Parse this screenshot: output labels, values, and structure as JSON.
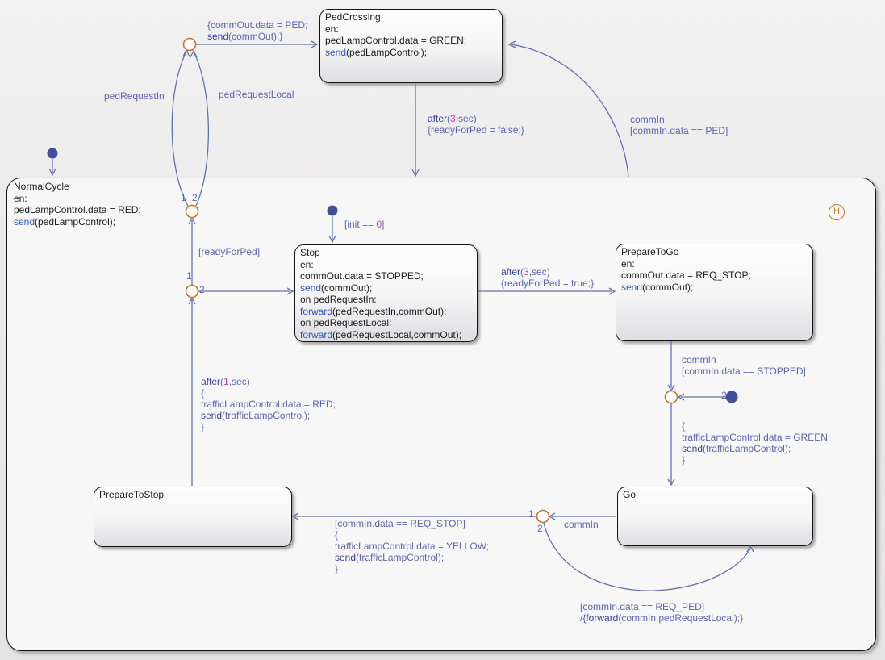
{
  "diagram": {
    "type": "stateflow-chart",
    "colors": {
      "state_text": "#1c1c1c",
      "state_keyword": "#2e5cb8",
      "transition_label": "#5c66ad",
      "transition_keyword": "#333f9e",
      "number_literal": "#cc3ca6",
      "junction_stroke": "#c4762a",
      "default_dot": "#414f9d",
      "history_stroke": "#bf7430",
      "state_border": "#141414",
      "transition_line": "#6570b0"
    }
  },
  "states": {
    "normalCycle": {
      "title": "NormalCycle",
      "en": "en:",
      "action1": "pedLampControl.data = RED;",
      "kw1": "send",
      "action2": "(pedLampControl);"
    },
    "pedCrossing": {
      "title": "PedCrossing",
      "en": "en:",
      "action1": "pedLampControl.data = GREEN;",
      "kw1": "send",
      "action2": "(pedLampControl);"
    },
    "stop": {
      "title": "Stop",
      "en": "en:",
      "action1": "commOut.data = STOPPED;",
      "kw1": "send",
      "action2": "(commOut);",
      "action3": "on pedRequestIn:",
      "kw2": "forward",
      "action4": "(pedRequestIn,commOut);",
      "action5": "on pedRequestLocal:",
      "kw3": "forward",
      "action6": "(pedRequestLocal,commOut);"
    },
    "prepareToGo": {
      "title": "PrepareToGo",
      "en": "en:",
      "action1": "commOut.data = REQ_STOP;",
      "kw1": "send",
      "action2": "(commOut);"
    },
    "go": {
      "title": "Go"
    },
    "prepareToStop": {
      "title": "PrepareToStop"
    }
  },
  "transitions": {
    "junction_to_pedcrossing": {
      "line1": "{commOut.data = PED;",
      "kw": "send",
      "line2_rest": "(commOut);}"
    },
    "ped_request_in": {
      "label": "pedRequestIn"
    },
    "ped_request_local": {
      "label": "pedRequestLocal"
    },
    "pedcrossing_to_normalcycle": {
      "kw": "after",
      "paren": "(",
      "num": "3",
      "rest": ",sec)",
      "line2": "{readyForPed = false;}"
    },
    "normalcycle_to_pedcrossing": {
      "line1": "commIn",
      "line2": "[commIn.data == PED]"
    },
    "default_to_stop": {
      "pre": "[init == ",
      "num": "0",
      "post": "]"
    },
    "stop_to_preparetogo": {
      "kw": "after",
      "paren": "(",
      "num": "3",
      "rest": ",sec)",
      "line2": "{readyForPed = true;}"
    },
    "preparetogo_to_junction": {
      "line1": "commIn",
      "line2": "[commIn.data == STOPPED]"
    },
    "junction_to_go": {
      "line1": "{",
      "line2": "trafficLampControl.data = GREEN;",
      "kw": "send",
      "line3_rest": "(trafficLampControl);",
      "line4": "}"
    },
    "go_to_junction": {
      "label": "commIn"
    },
    "junction_to_preparetostop": {
      "line1": "[commIn.data == REQ_STOP]",
      "line2": "{",
      "line3": "trafficLampControl.data = YELLOW;",
      "kw": "send",
      "line4_rest": "(trafficLampControl);",
      "line5": "}"
    },
    "preparetostop_to_junction": {
      "kw": "after",
      "paren": "(",
      "num": "1",
      "rest": ",sec)",
      "line2": "{",
      "line3": "trafficLampControl.data = RED;",
      "kw2": "send",
      "line4_rest": "(trafficLampControl);",
      "line5": "}"
    },
    "ready_for_ped": {
      "label": "[readyForPed]"
    },
    "go_self_loop": {
      "line1": "[commIn.data == REQ_PED]",
      "pre": "/{",
      "kw": "forward",
      "rest": "(commIn,pedRequestLocal);}"
    }
  },
  "junctions": {
    "numbers": {
      "a1": "1",
      "a2": "2",
      "b1": "1",
      "b2": "2",
      "c2": "2",
      "d1": "1",
      "d2": "2"
    },
    "history_label": "H"
  }
}
